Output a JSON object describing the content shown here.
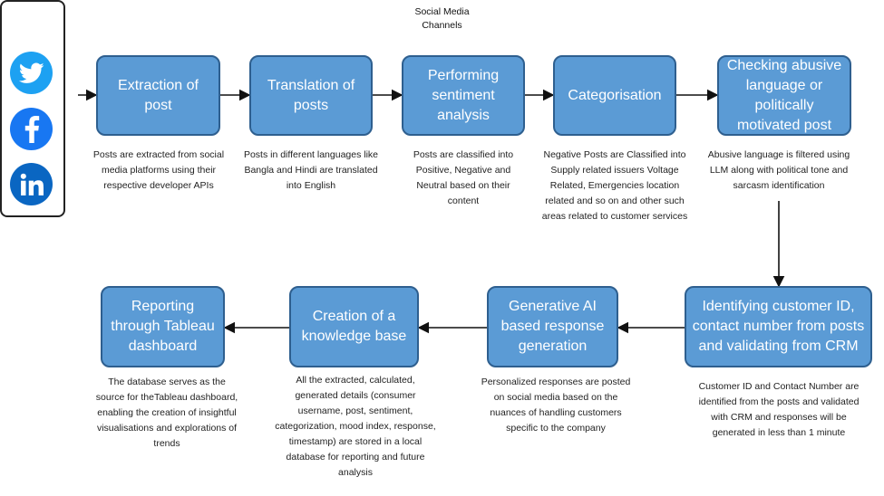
{
  "sidebar": {
    "title": "Social Media\nChannels",
    "icons": [
      {
        "name": "twitter-icon",
        "color": "#1da1f2"
      },
      {
        "name": "facebook-icon",
        "color": "#1877f2"
      },
      {
        "name": "linkedin-icon",
        "color": "#0a66c2"
      }
    ]
  },
  "colors": {
    "box_fill": "#5b9bd5",
    "box_border": "#2e5f8f",
    "arrow": "#111111"
  },
  "steps": [
    {
      "label": "Extraction of post",
      "description": "Posts are extracted from social media platforms using their respective developer APIs"
    },
    {
      "label": "Translation of posts",
      "description": "Posts in different languages like Bangla and Hindi are translated into English"
    },
    {
      "label": "Performing sentiment analysis",
      "description": "Posts are classified into Positive, Negative and Neutral based on their content"
    },
    {
      "label": "Categorisation",
      "description": "Negative Posts are Classified into Supply related issuers Voltage Related, Emergencies location related and so on and other such areas related to customer services"
    },
    {
      "label": "Checking abusive language or politically motivated post",
      "description": "Abusive language is filtered using LLM along with political tone and sarcasm identification"
    },
    {
      "label": "Identifying customer ID, contact number from posts and validating from CRM",
      "description": "Customer ID and Contact Number are identified from the posts and validated with CRM and responses will be generated in less than 1 minute"
    },
    {
      "label": "Generative AI based response generation",
      "description": "Personalized responses are posted on social media based on the nuances of handling customers specific to the company"
    },
    {
      "label": "Creation of a knowledge base",
      "description": "All the extracted, calculated, generated details (consumer username, post, sentiment, categorization, mood index, response, timestamp) are stored in a local database for reporting and future analysis"
    },
    {
      "label": "Reporting through Tableau dashboard",
      "description": "The database serves as the source for theTableau dashboard, enabling the creation of insightful visualisations and explorations of trends"
    }
  ]
}
